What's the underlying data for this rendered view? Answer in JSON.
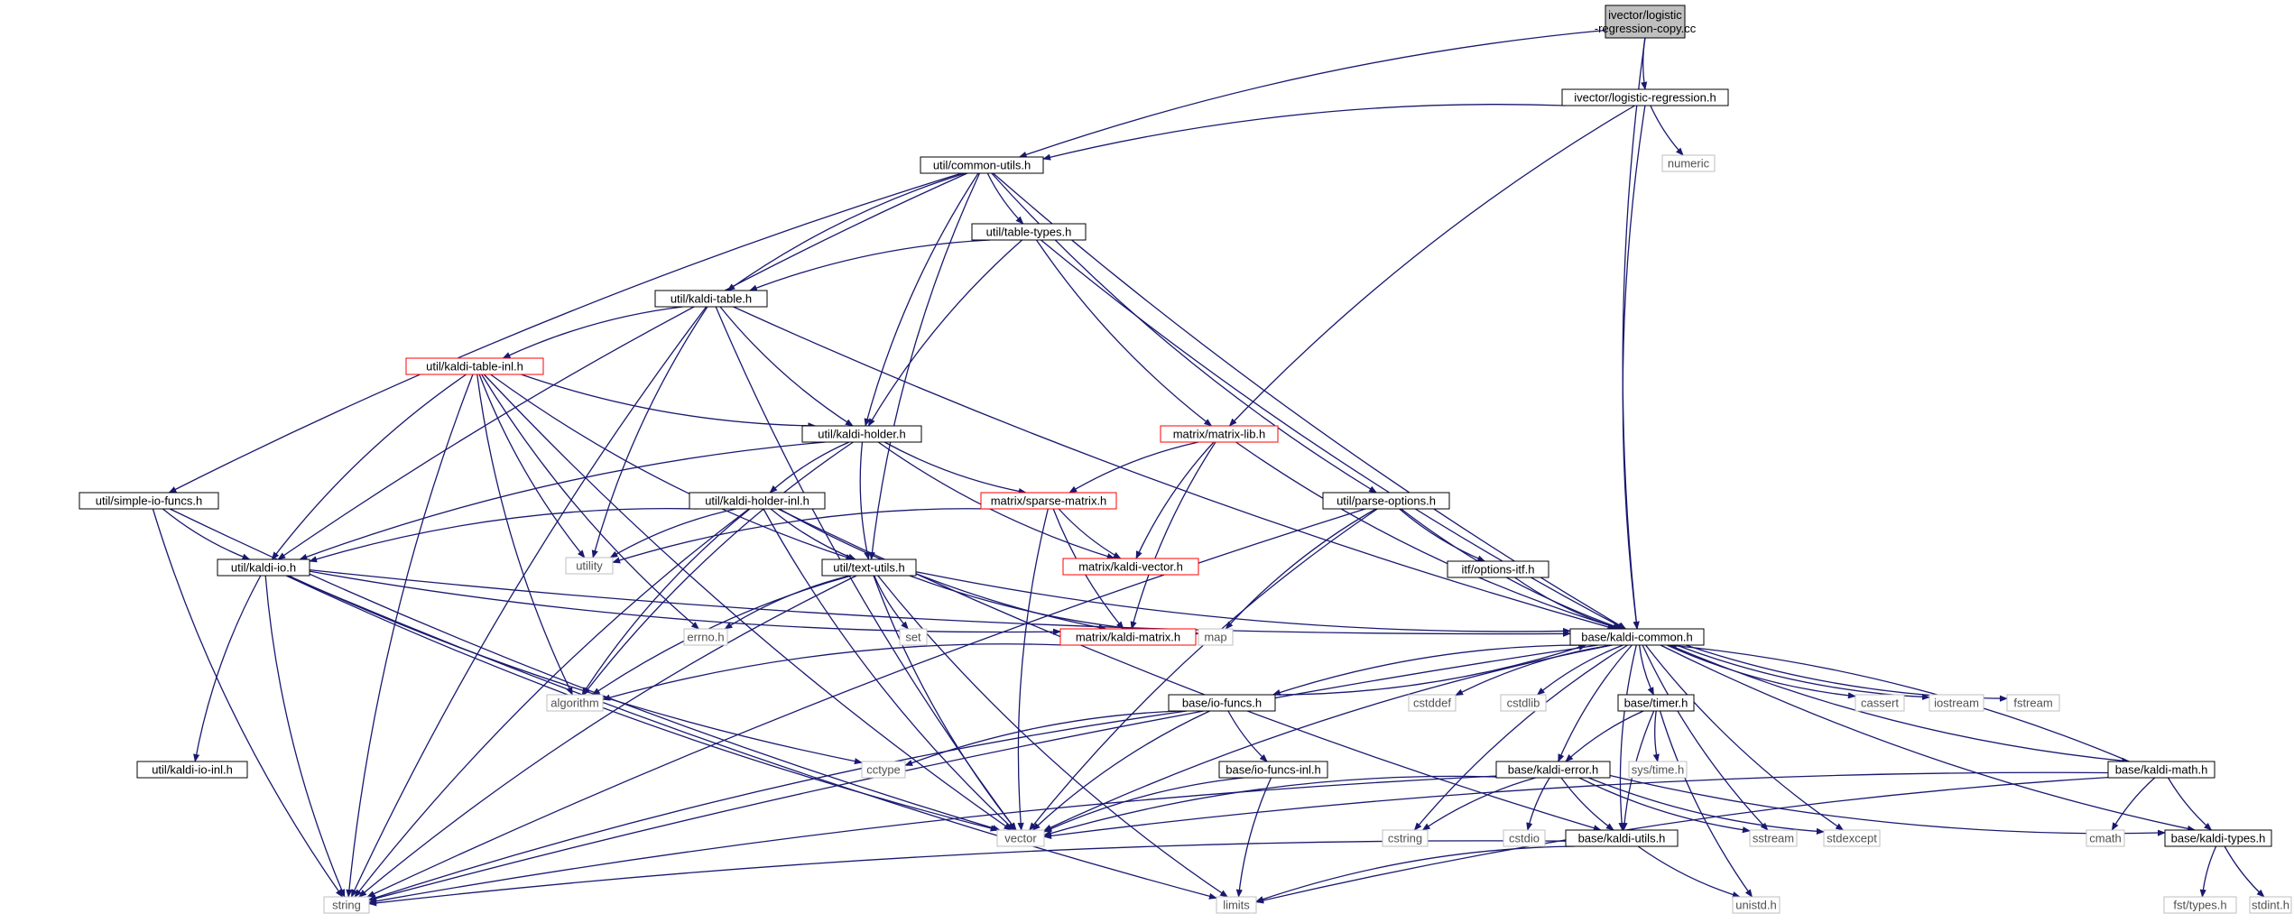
{
  "graph": {
    "nodes": [
      {
        "id": "root",
        "lines": [
          "ivector/logistic",
          "-regression-copy.cc"
        ],
        "style": "root"
      },
      {
        "id": "logreg",
        "lines": [
          "ivector/logistic-regression.h"
        ],
        "style": "normal"
      },
      {
        "id": "numeric",
        "lines": [
          "numeric"
        ],
        "style": "system"
      },
      {
        "id": "common_utils",
        "lines": [
          "util/common-utils.h"
        ],
        "style": "normal"
      },
      {
        "id": "table_types",
        "lines": [
          "util/table-types.h"
        ],
        "style": "normal"
      },
      {
        "id": "kaldi_table",
        "lines": [
          "util/kaldi-table.h"
        ],
        "style": "normal"
      },
      {
        "id": "kaldi_table_inl",
        "lines": [
          "util/kaldi-table-inl.h"
        ],
        "style": "red"
      },
      {
        "id": "kaldi_holder",
        "lines": [
          "util/kaldi-holder.h"
        ],
        "style": "normal"
      },
      {
        "id": "matrix_lib",
        "lines": [
          "matrix/matrix-lib.h"
        ],
        "style": "red"
      },
      {
        "id": "simple_io",
        "lines": [
          "util/simple-io-funcs.h"
        ],
        "style": "normal"
      },
      {
        "id": "kaldi_holder_inl",
        "lines": [
          "util/kaldi-holder-inl.h"
        ],
        "style": "normal"
      },
      {
        "id": "sparse_matrix",
        "lines": [
          "matrix/sparse-matrix.h"
        ],
        "style": "red"
      },
      {
        "id": "parse_options",
        "lines": [
          "util/parse-options.h"
        ],
        "style": "normal"
      },
      {
        "id": "utility",
        "lines": [
          "utility"
        ],
        "style": "system"
      },
      {
        "id": "kaldi_vector",
        "lines": [
          "matrix/kaldi-vector.h"
        ],
        "style": "red"
      },
      {
        "id": "options_itf",
        "lines": [
          "itf/options-itf.h"
        ],
        "style": "normal"
      },
      {
        "id": "kaldi_io",
        "lines": [
          "util/kaldi-io.h"
        ],
        "style": "normal"
      },
      {
        "id": "text_utils",
        "lines": [
          "util/text-utils.h"
        ],
        "style": "normal"
      },
      {
        "id": "errno",
        "lines": [
          "errno.h"
        ],
        "style": "system"
      },
      {
        "id": "set",
        "lines": [
          "set"
        ],
        "style": "system"
      },
      {
        "id": "kaldi_matrix",
        "lines": [
          "matrix/kaldi-matrix.h"
        ],
        "style": "red"
      },
      {
        "id": "map",
        "lines": [
          "map"
        ],
        "style": "system"
      },
      {
        "id": "kaldi_common",
        "lines": [
          "base/kaldi-common.h"
        ],
        "style": "normal"
      },
      {
        "id": "algorithm",
        "lines": [
          "algorithm"
        ],
        "style": "system"
      },
      {
        "id": "io_funcs",
        "lines": [
          "base/io-funcs.h"
        ],
        "style": "normal"
      },
      {
        "id": "cstddef",
        "lines": [
          "cstddef"
        ],
        "style": "system"
      },
      {
        "id": "cstdlib",
        "lines": [
          "cstdlib"
        ],
        "style": "system"
      },
      {
        "id": "timer",
        "lines": [
          "base/timer.h"
        ],
        "style": "normal"
      },
      {
        "id": "cassert",
        "lines": [
          "cassert"
        ],
        "style": "system"
      },
      {
        "id": "iostream",
        "lines": [
          "iostream"
        ],
        "style": "system"
      },
      {
        "id": "fstream",
        "lines": [
          "fstream"
        ],
        "style": "system"
      },
      {
        "id": "kaldi_io_inl",
        "lines": [
          "util/kaldi-io-inl.h"
        ],
        "style": "normal"
      },
      {
        "id": "cctype",
        "lines": [
          "cctype"
        ],
        "style": "system"
      },
      {
        "id": "io_funcs_inl",
        "lines": [
          "base/io-funcs-inl.h"
        ],
        "style": "normal"
      },
      {
        "id": "systime",
        "lines": [
          "sys/time.h"
        ],
        "style": "system"
      },
      {
        "id": "kaldi_error",
        "lines": [
          "base/kaldi-error.h"
        ],
        "style": "normal"
      },
      {
        "id": "kaldi_math",
        "lines": [
          "base/kaldi-math.h"
        ],
        "style": "normal"
      },
      {
        "id": "vector",
        "lines": [
          "vector"
        ],
        "style": "system"
      },
      {
        "id": "cstring",
        "lines": [
          "cstring"
        ],
        "style": "system"
      },
      {
        "id": "cstdio",
        "lines": [
          "cstdio"
        ],
        "style": "system"
      },
      {
        "id": "kaldi_utils",
        "lines": [
          "base/kaldi-utils.h"
        ],
        "style": "normal"
      },
      {
        "id": "sstream",
        "lines": [
          "sstream"
        ],
        "style": "system"
      },
      {
        "id": "stdexcept",
        "lines": [
          "stdexcept"
        ],
        "style": "system"
      },
      {
        "id": "cmath",
        "lines": [
          "cmath"
        ],
        "style": "system"
      },
      {
        "id": "kaldi_types",
        "lines": [
          "base/kaldi-types.h"
        ],
        "style": "normal"
      },
      {
        "id": "string",
        "lines": [
          "string"
        ],
        "style": "system"
      },
      {
        "id": "limits",
        "lines": [
          "limits"
        ],
        "style": "system"
      },
      {
        "id": "unistd",
        "lines": [
          "unistd.h"
        ],
        "style": "system"
      },
      {
        "id": "fst_types",
        "lines": [
          "fst/types.h"
        ],
        "style": "system"
      },
      {
        "id": "stdint",
        "lines": [
          "stdint.h"
        ],
        "style": "system"
      }
    ],
    "edges": [
      [
        "root",
        "logreg"
      ],
      [
        "root",
        "common_utils"
      ],
      [
        "root",
        "kaldi_common"
      ],
      [
        "logreg",
        "common_utils"
      ],
      [
        "logreg",
        "numeric"
      ],
      [
        "logreg",
        "matrix_lib"
      ],
      [
        "logreg",
        "kaldi_common"
      ],
      [
        "common_utils",
        "table_types"
      ],
      [
        "common_utils",
        "kaldi_table"
      ],
      [
        "common_utils",
        "kaldi_holder"
      ],
      [
        "common_utils",
        "simple_io"
      ],
      [
        "common_utils",
        "kaldi_io"
      ],
      [
        "common_utils",
        "text_utils"
      ],
      [
        "common_utils",
        "parse_options"
      ],
      [
        "common_utils",
        "kaldi_common"
      ],
      [
        "table_types",
        "kaldi_table"
      ],
      [
        "table_types",
        "kaldi_holder"
      ],
      [
        "table_types",
        "matrix_lib"
      ],
      [
        "table_types",
        "kaldi_common"
      ],
      [
        "kaldi_table",
        "kaldi_table_inl"
      ],
      [
        "kaldi_table",
        "kaldi_holder"
      ],
      [
        "kaldi_table",
        "utility"
      ],
      [
        "kaldi_table",
        "string"
      ],
      [
        "kaldi_table",
        "vector"
      ],
      [
        "kaldi_table",
        "kaldi_common"
      ],
      [
        "kaldi_table_inl",
        "kaldi_holder"
      ],
      [
        "kaldi_table_inl",
        "kaldi_io"
      ],
      [
        "kaldi_table_inl",
        "text_utils"
      ],
      [
        "kaldi_table_inl",
        "utility"
      ],
      [
        "kaldi_table_inl",
        "algorithm"
      ],
      [
        "kaldi_table_inl",
        "errno"
      ],
      [
        "kaldi_table_inl",
        "vector"
      ],
      [
        "kaldi_table_inl",
        "string"
      ],
      [
        "kaldi_holder",
        "kaldi_holder_inl"
      ],
      [
        "kaldi_holder",
        "kaldi_io"
      ],
      [
        "kaldi_holder",
        "text_utils"
      ],
      [
        "kaldi_holder",
        "sparse_matrix"
      ],
      [
        "kaldi_holder",
        "kaldi_vector"
      ],
      [
        "kaldi_holder",
        "algorithm"
      ],
      [
        "matrix_lib",
        "sparse_matrix"
      ],
      [
        "matrix_lib",
        "kaldi_vector"
      ],
      [
        "matrix_lib",
        "kaldi_matrix"
      ],
      [
        "matrix_lib",
        "kaldi_common"
      ],
      [
        "simple_io",
        "kaldi_io"
      ],
      [
        "simple_io",
        "string"
      ],
      [
        "simple_io",
        "vector"
      ],
      [
        "kaldi_holder_inl",
        "kaldi_io"
      ],
      [
        "kaldi_holder_inl",
        "text_utils"
      ],
      [
        "kaldi_holder_inl",
        "utility"
      ],
      [
        "kaldi_holder_inl",
        "kaldi_matrix"
      ],
      [
        "kaldi_holder_inl",
        "algorithm"
      ],
      [
        "kaldi_holder_inl",
        "vector"
      ],
      [
        "kaldi_holder_inl",
        "string"
      ],
      [
        "kaldi_holder_inl",
        "kaldi_utils"
      ],
      [
        "sparse_matrix",
        "kaldi_vector"
      ],
      [
        "sparse_matrix",
        "kaldi_matrix"
      ],
      [
        "sparse_matrix",
        "utility"
      ],
      [
        "sparse_matrix",
        "vector"
      ],
      [
        "parse_options",
        "options_itf"
      ],
      [
        "parse_options",
        "kaldi_common"
      ],
      [
        "parse_options",
        "map"
      ],
      [
        "parse_options",
        "vector"
      ],
      [
        "parse_options",
        "string"
      ],
      [
        "options_itf",
        "kaldi_common"
      ],
      [
        "kaldi_io",
        "kaldi_io_inl"
      ],
      [
        "kaldi_io",
        "string"
      ],
      [
        "kaldi_io",
        "vector"
      ],
      [
        "kaldi_io",
        "limits"
      ],
      [
        "kaldi_io",
        "cctype"
      ],
      [
        "kaldi_io",
        "kaldi_matrix"
      ],
      [
        "kaldi_io",
        "kaldi_common"
      ],
      [
        "text_utils",
        "errno"
      ],
      [
        "text_utils",
        "set"
      ],
      [
        "text_utils",
        "algorithm"
      ],
      [
        "text_utils",
        "string"
      ],
      [
        "text_utils",
        "vector"
      ],
      [
        "text_utils",
        "limits"
      ],
      [
        "text_utils",
        "map"
      ],
      [
        "text_utils",
        "kaldi_common"
      ],
      [
        "kaldi_matrix",
        "algorithm"
      ],
      [
        "kaldi_common",
        "io_funcs"
      ],
      [
        "kaldi_common",
        "cstddef"
      ],
      [
        "kaldi_common",
        "cstdlib"
      ],
      [
        "kaldi_common",
        "timer"
      ],
      [
        "kaldi_common",
        "cassert"
      ],
      [
        "kaldi_common",
        "iostream"
      ],
      [
        "kaldi_common",
        "fstream"
      ],
      [
        "kaldi_common",
        "kaldi_error"
      ],
      [
        "kaldi_common",
        "kaldi_math"
      ],
      [
        "kaldi_common",
        "kaldi_utils"
      ],
      [
        "kaldi_common",
        "kaldi_types"
      ],
      [
        "kaldi_common",
        "string"
      ],
      [
        "kaldi_common",
        "vector"
      ],
      [
        "kaldi_common",
        "cstring"
      ],
      [
        "kaldi_common",
        "sstream"
      ],
      [
        "kaldi_common",
        "stdexcept"
      ],
      [
        "io_funcs",
        "kaldi_common"
      ],
      [
        "io_funcs",
        "io_funcs_inl"
      ],
      [
        "io_funcs",
        "cctype"
      ],
      [
        "io_funcs",
        "vector"
      ],
      [
        "io_funcs",
        "string"
      ],
      [
        "io_funcs_inl",
        "vector"
      ],
      [
        "io_funcs_inl",
        "limits"
      ],
      [
        "timer",
        "systime"
      ],
      [
        "timer",
        "kaldi_error"
      ],
      [
        "timer",
        "kaldi_utils"
      ],
      [
        "timer",
        "unistd"
      ],
      [
        "kaldi_error",
        "kaldi_types"
      ],
      [
        "kaldi_error",
        "kaldi_utils"
      ],
      [
        "kaldi_error",
        "vector"
      ],
      [
        "kaldi_error",
        "string"
      ],
      [
        "kaldi_error",
        "cstring"
      ],
      [
        "kaldi_error",
        "cstdio"
      ],
      [
        "kaldi_error",
        "sstream"
      ],
      [
        "kaldi_error",
        "stdexcept"
      ],
      [
        "kaldi_math",
        "kaldi_common"
      ],
      [
        "kaldi_math",
        "kaldi_types"
      ],
      [
        "kaldi_math",
        "cmath"
      ],
      [
        "kaldi_math",
        "limits"
      ],
      [
        "kaldi_math",
        "vector"
      ],
      [
        "kaldi_utils",
        "string"
      ],
      [
        "kaldi_utils",
        "limits"
      ],
      [
        "kaldi_utils",
        "unistd"
      ],
      [
        "kaldi_types",
        "fst_types"
      ],
      [
        "kaldi_types",
        "stdint"
      ]
    ],
    "colors": {
      "edge": "#191970",
      "normal_border": "#000000",
      "red_border": "#ff0000",
      "system_border": "#bfbfbf",
      "root_fill": "#bfbfbf",
      "text": "#000000",
      "system_text": "#505050"
    }
  }
}
